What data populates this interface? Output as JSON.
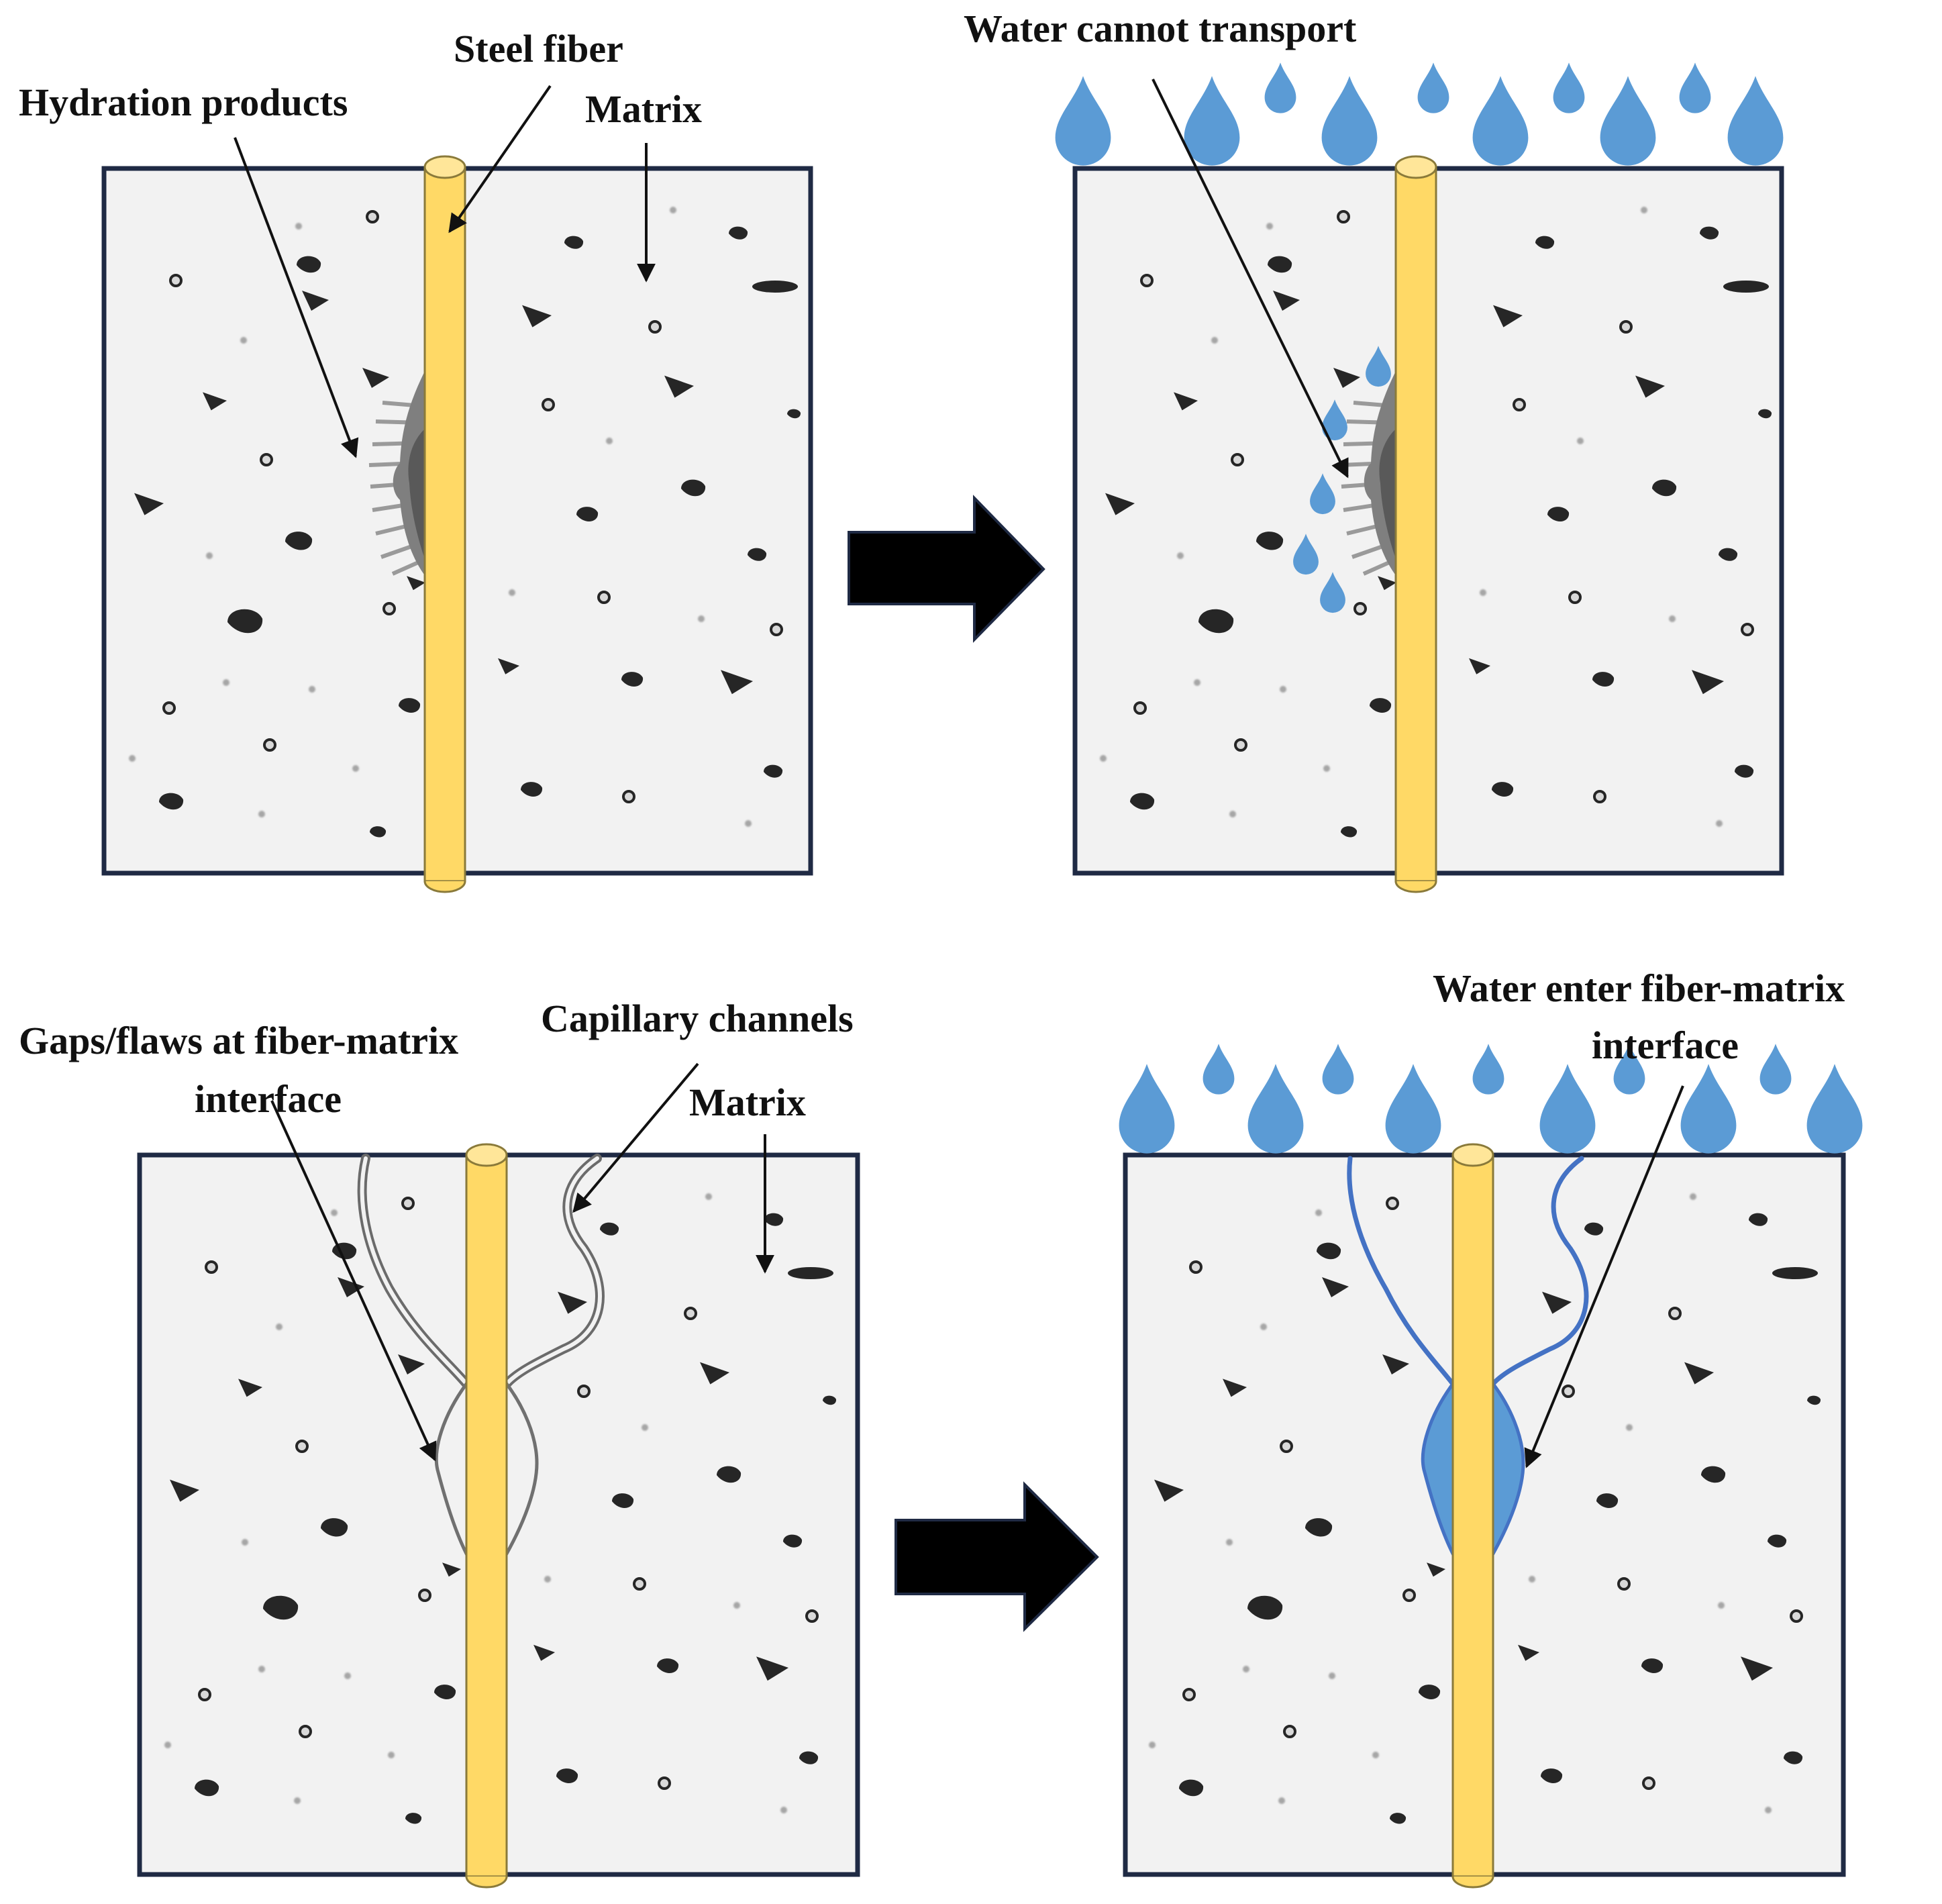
{
  "labels": {
    "hydration_products": "Hydration products",
    "steel_fiber": "Steel fiber",
    "matrix_top": "Matrix",
    "water_cannot_transport": "Water cannot transport",
    "gaps_line1": "Gaps/flaws at fiber-matrix",
    "gaps_line2": "interface",
    "capillary_channels": "Capillary channels",
    "matrix_bottom": "Matrix",
    "water_enter_line1": "Water enter fiber-matrix",
    "water_enter_line2": "interface"
  },
  "colors": {
    "matrix_fill": "#f2f2f2",
    "matrix_border": "#1f2a44",
    "fiber": "#ffd966",
    "water": "#5b9bd5",
    "channel_blue": "#4472c4",
    "aggregate": "#262626",
    "hydration": "#7f7f7f"
  },
  "panels": [
    {
      "id": "intact-dry",
      "state": "hydration products at interface"
    },
    {
      "id": "intact-wet",
      "state": "water cannot transport"
    },
    {
      "id": "flawed-dry",
      "state": "gaps and capillary channels"
    },
    {
      "id": "flawed-wet",
      "state": "water enters interface"
    }
  ]
}
